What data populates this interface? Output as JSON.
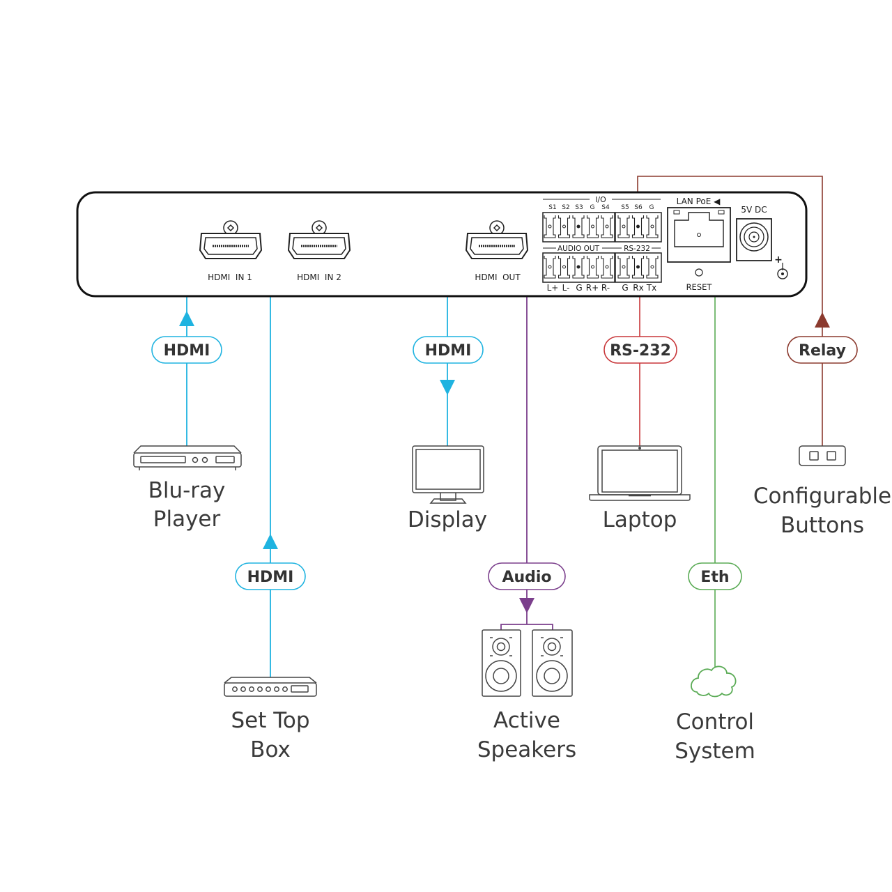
{
  "colors": {
    "hdmi": "#1fb3e0",
    "audio": "#7b3f8c",
    "rs232": "#c8373a",
    "eth": "#5aab55",
    "relay": "#8b3a2e",
    "panel_stroke": "#111111",
    "icon_stroke": "#444444",
    "text": "#333333"
  },
  "panel": {
    "ports": {
      "hdmi_in_1": "HDMI  IN 1",
      "hdmi_in_2": "HDMI  IN 2",
      "hdmi_out": "HDMI  OUT"
    },
    "io": {
      "title": "I/O",
      "pins_group1": [
        "S1",
        "S2",
        "S3",
        "G",
        "S4"
      ],
      "pins_group2": [
        "S5",
        "S6",
        "G"
      ]
    },
    "audio_out": {
      "title": "AUDIO OUT",
      "pins": [
        "L+",
        "L-",
        "G",
        "R+",
        "R-"
      ]
    },
    "rs232": {
      "title": "RS-232",
      "pins": [
        "G",
        "Rx",
        "Tx"
      ]
    },
    "lan": {
      "label": "LAN PoE ◀"
    },
    "reset": {
      "label": "RESET"
    },
    "power": {
      "label": "5V DC",
      "polarity": "+"
    }
  },
  "connections": [
    {
      "id": "bluray",
      "signal": "HDMI",
      "color_key": "hdmi",
      "device": [
        "Blu-ray",
        "Player"
      ],
      "direction": "to-panel"
    },
    {
      "id": "settop",
      "signal": "HDMI",
      "color_key": "hdmi",
      "device": [
        "Set Top",
        "Box"
      ],
      "direction": "to-panel"
    },
    {
      "id": "display",
      "signal": "HDMI",
      "color_key": "hdmi",
      "device": [
        "Display"
      ],
      "direction": "from-panel"
    },
    {
      "id": "speakers",
      "signal": "Audio",
      "color_key": "audio",
      "device": [
        "Active",
        "Speakers"
      ],
      "direction": "from-panel"
    },
    {
      "id": "laptop",
      "signal": "RS-232",
      "color_key": "rs232",
      "device": [
        "Laptop"
      ],
      "direction": "bidirectional"
    },
    {
      "id": "control",
      "signal": "Eth",
      "color_key": "eth",
      "device": [
        "Control",
        "System"
      ],
      "direction": "bidirectional"
    },
    {
      "id": "buttons",
      "signal": "Relay",
      "color_key": "relay",
      "device": [
        "Configurable",
        "Buttons"
      ],
      "direction": "to-panel"
    }
  ]
}
